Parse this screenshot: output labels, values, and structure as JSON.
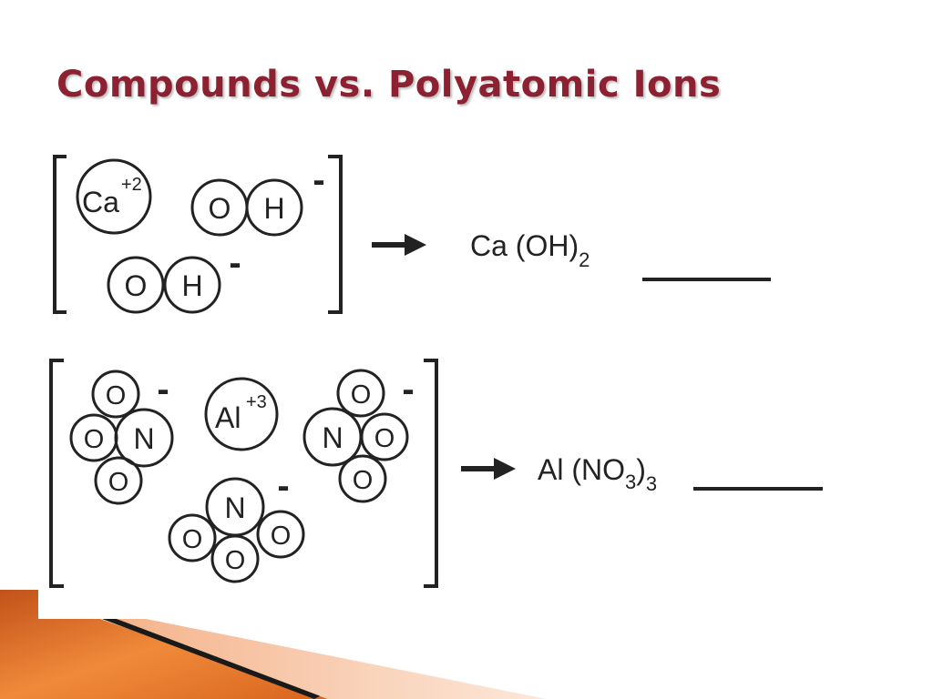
{
  "slide": {
    "title": "Compounds vs. Polyatomic Ions"
  },
  "atoms": {
    "calcium": "Ca",
    "aluminum": "Al",
    "oxygen": "O",
    "hydrogen": "H",
    "nitrogen": "N"
  },
  "charges": {
    "calcium": "+2",
    "aluminum": "+3",
    "negative": "-"
  },
  "formulas": {
    "calcium_hydroxide": {
      "base": "Ca (OH)",
      "subscript": "2"
    },
    "aluminum_nitrate": {
      "base": "Al (NO",
      "inner_subscript": "3",
      "close": ")",
      "outer_subscript": "3"
    }
  },
  "colors": {
    "title": "#8b2131",
    "decor_orange": "#e07a22",
    "decor_dark": "#1a1a1a",
    "decor_light": "#f7c9a8"
  }
}
